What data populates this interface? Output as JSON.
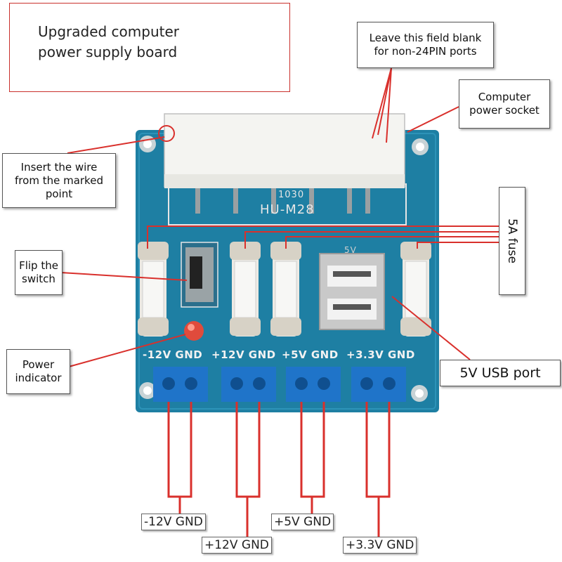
{
  "title": {
    "line1": "Upgraded computer",
    "line2": "power supply board"
  },
  "callouts": {
    "leave_blank": {
      "line1": "Leave this field blank",
      "line2": "for non-24PIN ports"
    },
    "computer_socket": {
      "line1": "Computer",
      "line2": "power socket"
    },
    "insert_wire": {
      "line1": "Insert the wire",
      "line2": "from the marked",
      "line3": "point"
    },
    "flip_switch": {
      "line1": "Flip the",
      "line2": "switch"
    },
    "power_indicator": {
      "line1": "Power",
      "line2": "indicator"
    },
    "fuse": "5A fuse",
    "usb_port": "5V USB port"
  },
  "board": {
    "model": "HU-M28",
    "code": "1030",
    "usb_marking": "5V",
    "color": "#1e7fa3",
    "terminal_labels": [
      "-12V GND",
      "+12V GND",
      "+5V GND",
      "+3.3V GND"
    ]
  },
  "outputs": [
    "-12V GND",
    "+12V GND",
    "+5V GND",
    "+3.3V GND"
  ],
  "colors": {
    "accent_line": "#d9302c",
    "board": "#1e7fa3",
    "terminal": "#1f74c9"
  }
}
